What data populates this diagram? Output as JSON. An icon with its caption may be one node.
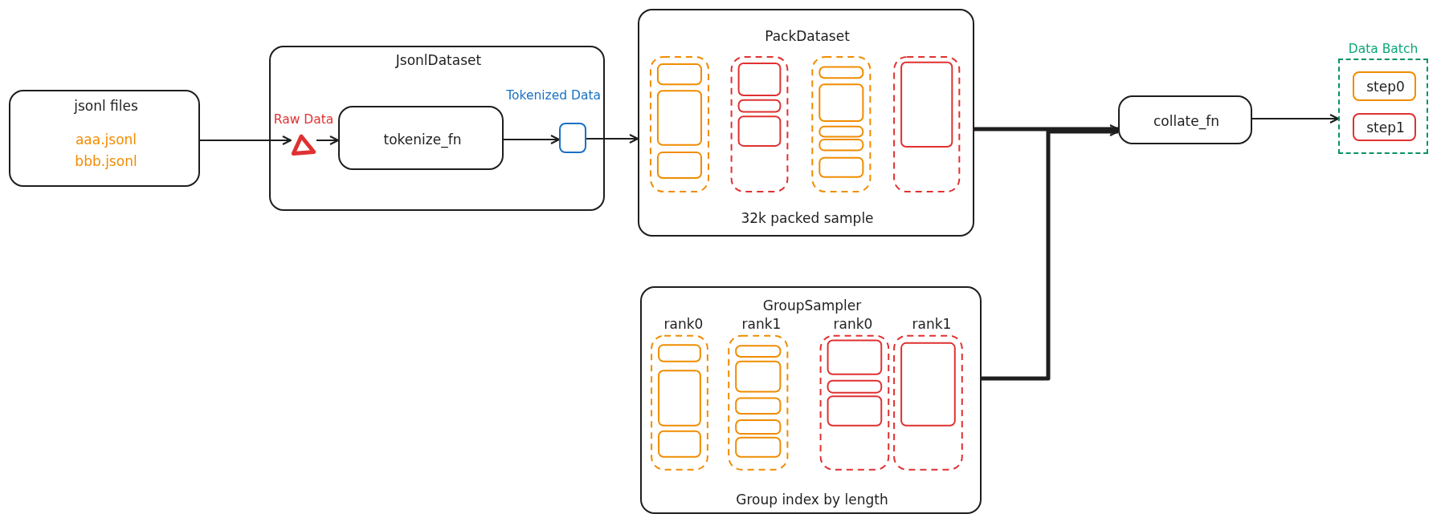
{
  "diagram": {
    "nodes": [
      {
        "text": [
          "jsonl files",
          "aaa.jsonl",
          "bbb.jsonl"
        ]
      },
      {
        "text": [
          "JsonlDataset"
        ]
      },
      {
        "text": [
          "Raw Data"
        ],
        "in": 1
      },
      {
        "text": [
          "tokenize_fn"
        ],
        "in": 1
      },
      {
        "text": [
          "Tokenized Data"
        ],
        "in": 1
      },
      {
        "text": [
          "PackDataset",
          "32k packed sample"
        ]
      },
      {
        "text": [
          "GroupSampler",
          "rank0",
          "rank1",
          "rank0",
          "rank1",
          "Group index by length"
        ]
      },
      {
        "text": [
          "collate_fn"
        ]
      },
      {
        "text": [
          "Data Batch"
        ]
      },
      {
        "text": [
          "step0"
        ],
        "in": 8
      },
      {
        "text": [
          "step1"
        ],
        "in": 8
      }
    ],
    "edges": [
      {
        "from": 0,
        "to": 2,
        "arrow": "to"
      },
      {
        "from": 2,
        "to": 3,
        "arrow": "to"
      },
      {
        "from": 3,
        "to": 4,
        "arrow": "to"
      },
      {
        "from": 4,
        "to": 5,
        "arrow": "to"
      },
      {
        "from": 5,
        "to": 7,
        "arrow": "to",
        "style": "thick"
      },
      {
        "from": 6,
        "to": 7,
        "arrow": "to",
        "style": "thick"
      },
      {
        "from": 7,
        "to": 8,
        "arrow": "to"
      }
    ]
  }
}
